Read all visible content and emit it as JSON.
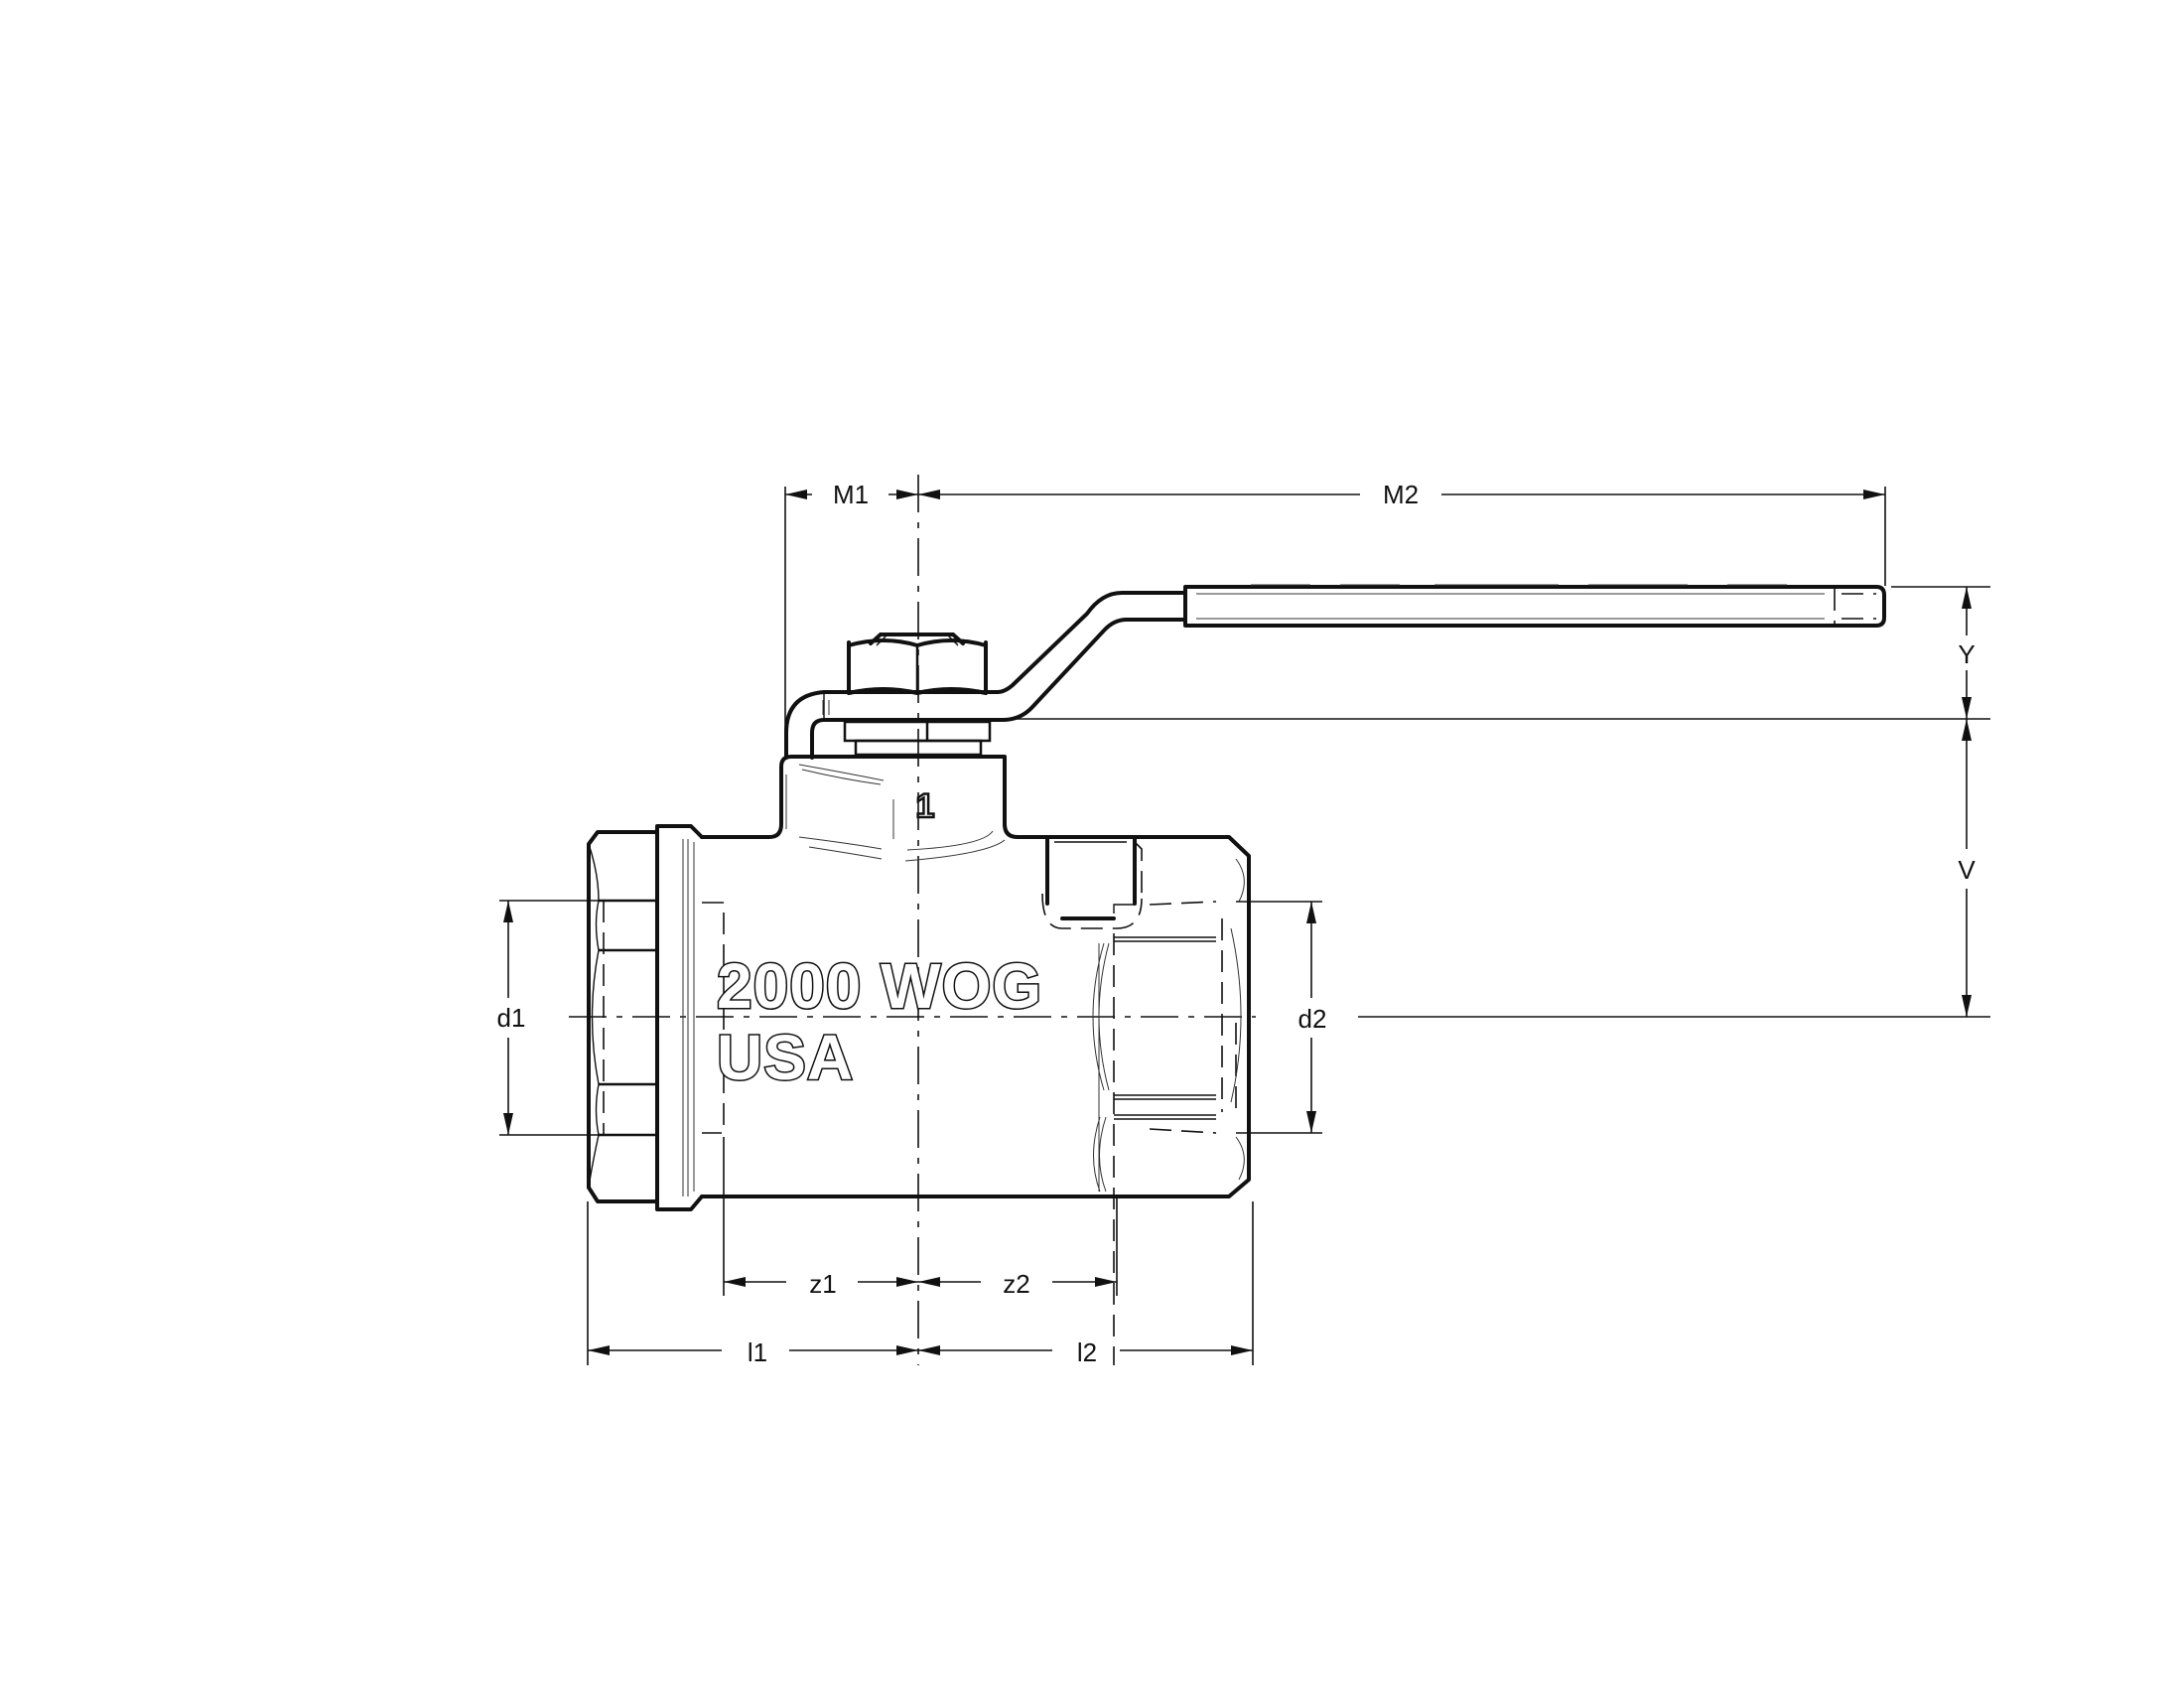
{
  "drawing": {
    "subject": "ball valve with lever handle, side view",
    "body_marking": {
      "line1": "2000 WOG",
      "line2": "USA"
    },
    "stem_marking": "1",
    "dimensions": {
      "M1": "M1",
      "M2": "M2",
      "Y": "Y",
      "V": "V",
      "d1": "d1",
      "d2": "d2",
      "z1": "z1",
      "z2": "z2",
      "l1": "l1",
      "l2": "l2"
    },
    "colors": {
      "line": "#111111",
      "background": "#ffffff"
    }
  }
}
